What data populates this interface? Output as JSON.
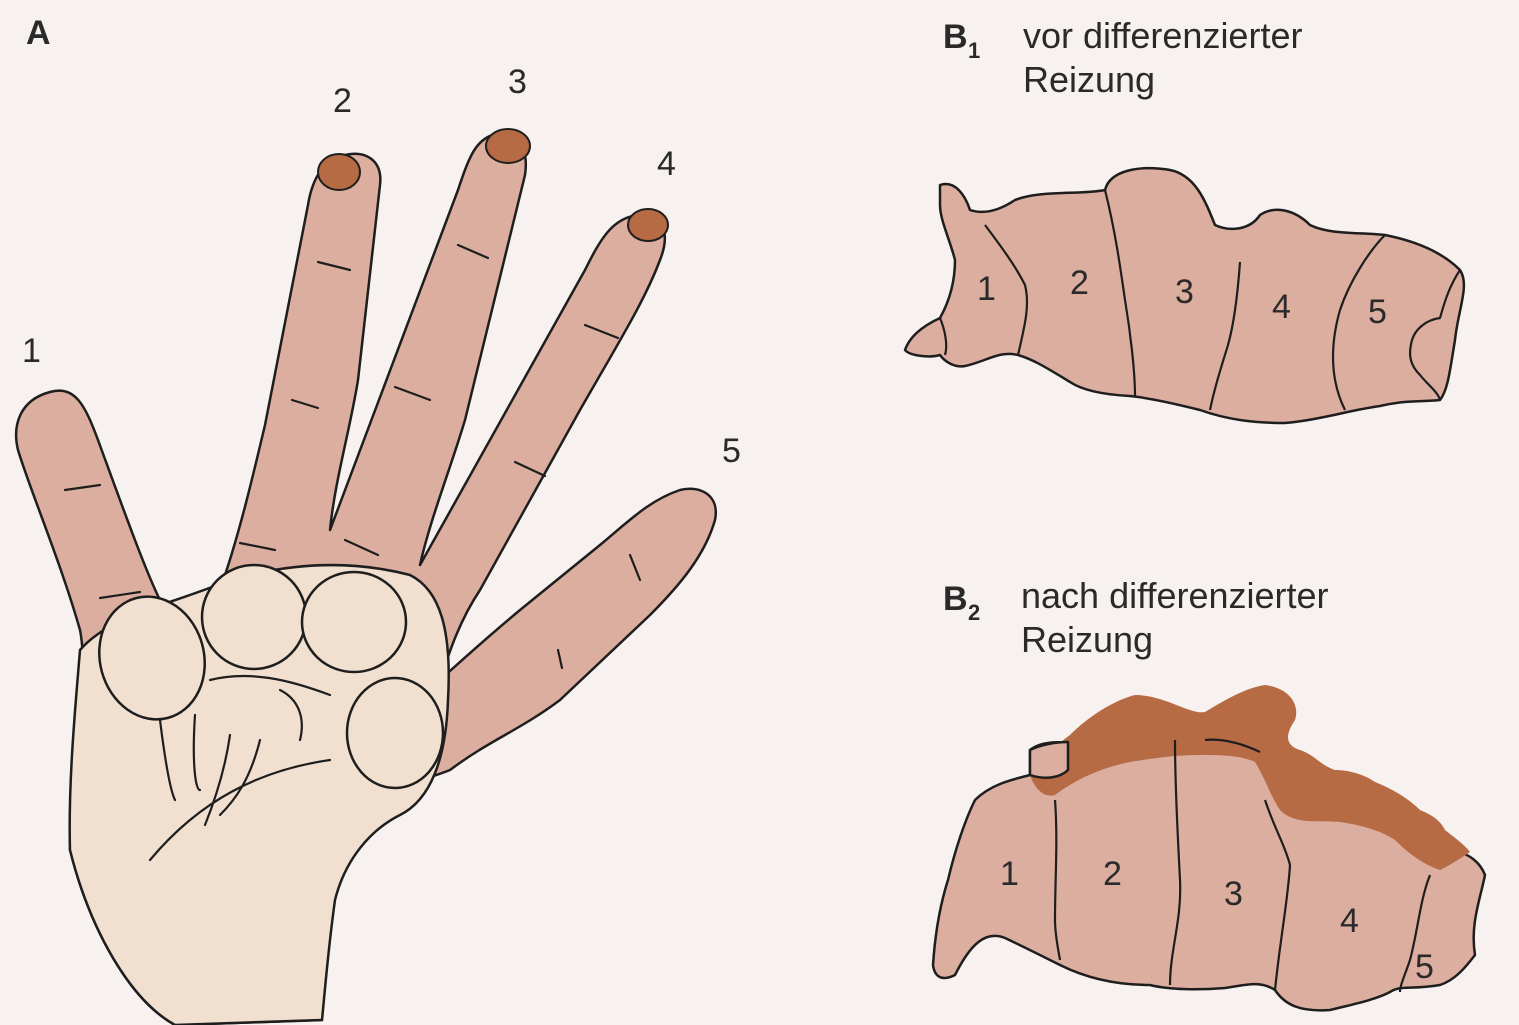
{
  "panel_a": {
    "letter": "A",
    "finger_numbers": [
      "1",
      "2",
      "3",
      "4",
      "5"
    ]
  },
  "panel_b1": {
    "letter": "B",
    "subscript": "1",
    "caption_line1": "vor differenzierter",
    "caption_line2": "Reizung",
    "region_numbers": [
      "1",
      "2",
      "3",
      "4",
      "5"
    ]
  },
  "panel_b2": {
    "letter": "B",
    "subscript": "2",
    "caption_line1": "nach differenzierter",
    "caption_line2": "Reizung",
    "region_numbers": [
      "1",
      "2",
      "3",
      "4",
      "5"
    ]
  },
  "colors": {
    "skin": "#dcaea0",
    "palm": "#f1dfcf",
    "stimulated_fingertip": "#b76b44",
    "expanded_cortex": "#b76b44",
    "background": "#f7f2ef"
  }
}
